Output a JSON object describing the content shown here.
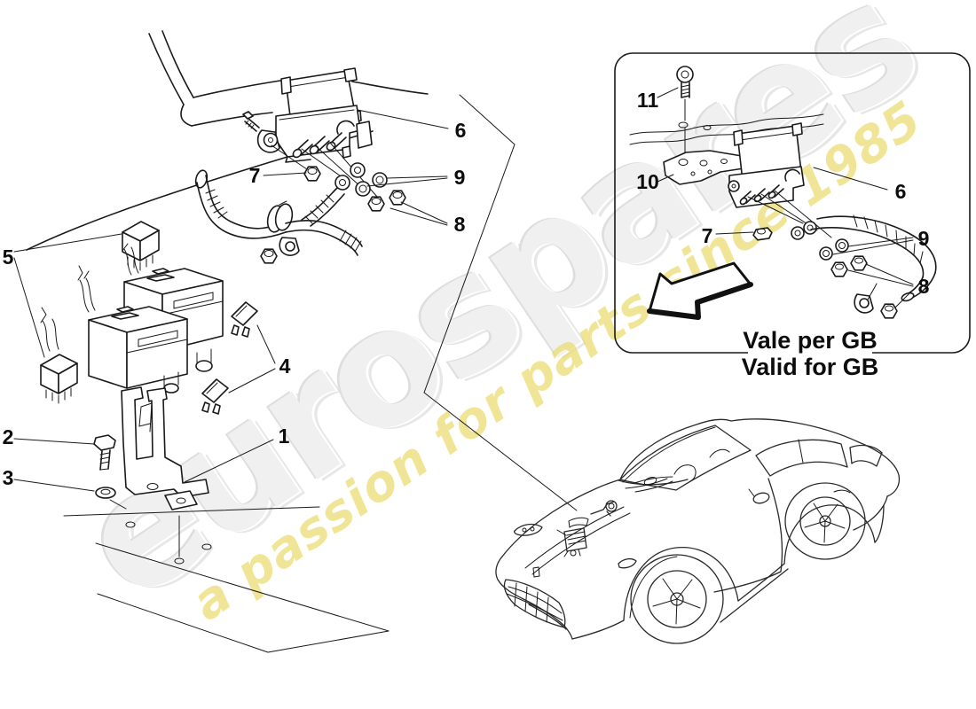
{
  "watermark": {
    "brand": "eurospares",
    "tagline": "a passion for parts since 1985",
    "brand_color": "#f0f0f0",
    "tagline_color": "#e3cf45"
  },
  "callouts": {
    "c1": "1",
    "c2": "2",
    "c3": "3",
    "c4": "4",
    "c5": "5",
    "c6": "6",
    "c7": "7",
    "c8": "8",
    "c9": "9"
  },
  "inset": {
    "caption_line1": "Vale per GB",
    "caption_line2": "Valid for GB",
    "callouts": {
      "c6": "6",
      "c7": "7",
      "c8": "8",
      "c9": "9",
      "c10": "10",
      "c11": "11"
    }
  },
  "diagram": {
    "line_color": "#1a1a1a",
    "background": "#ffffff"
  }
}
